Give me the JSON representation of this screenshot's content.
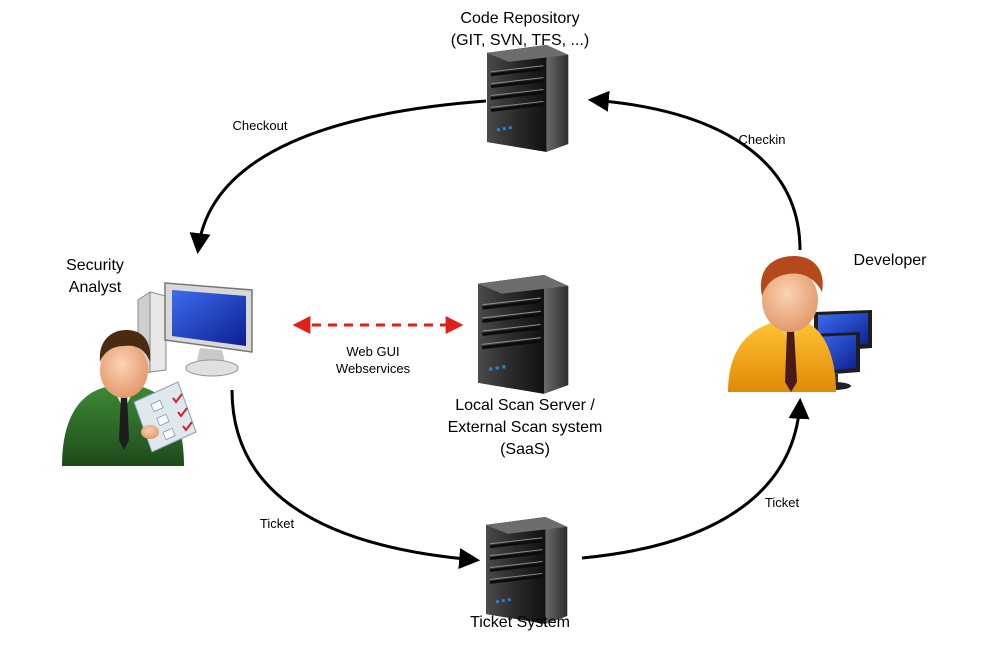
{
  "nodes": {
    "code_repository": {
      "line1": "Code Repository",
      "line2": "(GIT, SVN, TFS, ...)"
    },
    "security_analyst": {
      "line1": "Security",
      "line2": "Analyst"
    },
    "developer": {
      "label": "Developer"
    },
    "scan_server": {
      "line1": "Local Scan Server /",
      "line2": "External Scan system",
      "line3": "(SaaS)"
    },
    "ticket_system": {
      "label": "Ticket System"
    }
  },
  "edges": {
    "checkout": "Checkout",
    "checkin": "Checkin",
    "ticket_left": "Ticket",
    "ticket_right": "Ticket",
    "web_gui": "Web GUI",
    "webservices": "Webservices"
  },
  "colors": {
    "server_dark": "#1b1b1b",
    "server_light": "#5a5a5a",
    "server_led": "#2a7fd4",
    "dashed_arrow": "#e0201a",
    "analyst_suit": "#2f6b2a",
    "developer_shirt": "#f6a514",
    "skin": "#f2b28a",
    "hair": "#b44a1c",
    "monitor_screen": "#1a3fcf"
  },
  "icons": {
    "code_repository": "server-icon",
    "scan_server": "server-icon",
    "ticket_system": "server-icon",
    "security_analyst": "analyst-with-computer-icon",
    "developer": "developer-with-monitors-icon"
  }
}
